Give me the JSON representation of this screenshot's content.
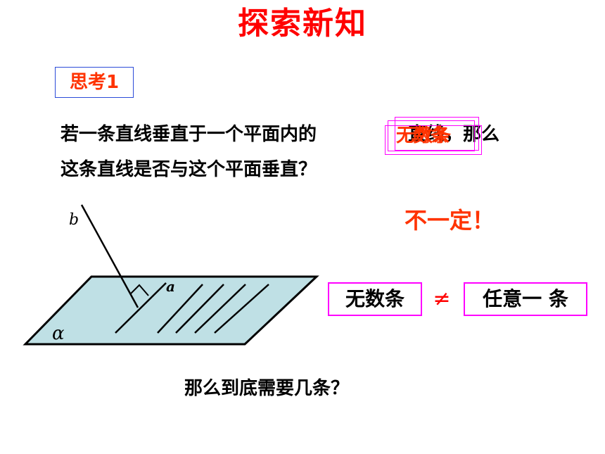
{
  "title": "探索新知",
  "think_label": "思考1",
  "question": {
    "line1_before": "若一条直线垂直于一个平面内的",
    "line1_after": "直线，那么",
    "line2": "这条直线是否与这个平面垂直？"
  },
  "overlay": {
    "text_a": "无数条",
    "text_b": "两条"
  },
  "answer": "不一定！",
  "compare": {
    "left": "无数条",
    "symbol": "≠",
    "right": "任意一 条"
  },
  "bottom_question": "那么到底需要几条？",
  "figure": {
    "label_b": "b",
    "label_a": "a",
    "label_alpha": "α"
  },
  "colors": {
    "title": "#ff0000",
    "accent": "#ff3300",
    "box_border": "#ff00ff",
    "think_border": "#2b4bd8",
    "plane_fill": "#bfe0e5"
  }
}
